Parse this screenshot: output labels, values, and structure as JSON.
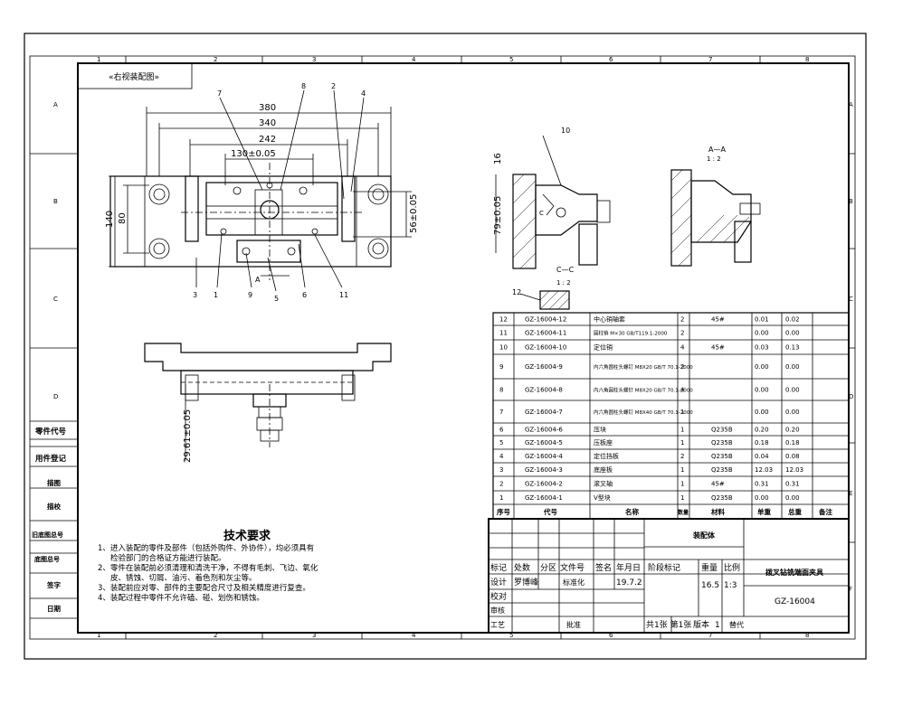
{
  "sheet": {
    "view_label": "«右视装配图»",
    "col_zones": [
      "1",
      "2",
      "3",
      "4",
      "5",
      "6",
      "7",
      "8"
    ],
    "row_zones_left": [
      "A",
      "B",
      "C",
      "D"
    ],
    "row_zones_right": [
      "A",
      "B",
      "C",
      "D",
      "E",
      "F"
    ]
  },
  "side_labels": [
    "零件代号",
    "用件登记",
    "描图",
    "描校",
    "旧底图总号",
    "底图总号",
    "签字",
    "日期"
  ],
  "main_view": {
    "dims": [
      "380",
      "340",
      "242",
      "130±0.05",
      "140",
      "80",
      "56±0.05"
    ],
    "balloons_top": [
      "7",
      "8",
      "2",
      "4"
    ],
    "balloons_bottom": [
      "3",
      "1",
      "9",
      "5",
      "6",
      "11"
    ],
    "section_mark": "A"
  },
  "bottom_view": {
    "dim": "29.61±0.05"
  },
  "side_view": {
    "dims": [
      "16",
      "79±0.05"
    ],
    "balloon": "10",
    "section_c": "C"
  },
  "section_aa": {
    "title": "A—A",
    "scale": "1 : 2"
  },
  "section_cc": {
    "title": "C—C",
    "scale": "1 : 2",
    "balloon": "12"
  },
  "bom": {
    "headers": [
      "序号",
      "代号",
      "名称",
      "数量",
      "材料",
      "单重",
      "总重",
      "备注"
    ],
    "rows": [
      {
        "no": "12",
        "code": "GZ-16004-12",
        "name": "中心销轴套",
        "qty": "2",
        "mat": "45#",
        "unit": "0.01",
        "total": "0.02",
        "note": ""
      },
      {
        "no": "11",
        "code": "GZ-16004-11",
        "name": "圆柱销 M×30 GB/T119.1-2000",
        "qty": "2",
        "mat": "",
        "unit": "0.00",
        "total": "0.00",
        "note": ""
      },
      {
        "no": "10",
        "code": "GZ-16004-10",
        "name": "定位销",
        "qty": "4",
        "mat": "45#",
        "unit": "0.03",
        "total": "0.13",
        "note": ""
      },
      {
        "no": "9",
        "code": "GZ-16004-9",
        "name": "内六角圆柱头螺钉 M8X20 GB/T 70.1-2000",
        "qty": "2",
        "mat": "",
        "unit": "0.00",
        "total": "0.00",
        "note": ""
      },
      {
        "no": "8",
        "code": "GZ-16004-8",
        "name": "内六角圆柱头螺钉 M8X20 GB/T 70.1-2000",
        "qty": "4",
        "mat": "",
        "unit": "0.00",
        "total": "0.00",
        "note": ""
      },
      {
        "no": "7",
        "code": "GZ-16004-7",
        "name": "内六角圆柱头螺钉 M8X40 GB/T 70.1-2000",
        "qty": "1",
        "mat": "",
        "unit": "0.00",
        "total": "0.00",
        "note": ""
      },
      {
        "no": "6",
        "code": "GZ-16004-6",
        "name": "压块",
        "qty": "1",
        "mat": "Q235B",
        "unit": "0.20",
        "total": "0.20",
        "note": ""
      },
      {
        "no": "5",
        "code": "GZ-16004-5",
        "name": "压板座",
        "qty": "1",
        "mat": "Q235B",
        "unit": "0.18",
        "total": "0.18",
        "note": ""
      },
      {
        "no": "4",
        "code": "GZ-16004-4",
        "name": "定位挡板",
        "qty": "2",
        "mat": "Q235B",
        "unit": "0.04",
        "total": "0.08",
        "note": ""
      },
      {
        "no": "3",
        "code": "GZ-16004-3",
        "name": "底座板",
        "qty": "1",
        "mat": "Q235B",
        "unit": "12.03",
        "total": "12.03",
        "note": ""
      },
      {
        "no": "2",
        "code": "GZ-16004-2",
        "name": "滚叉轴",
        "qty": "1",
        "mat": "45#",
        "unit": "0.31",
        "total": "0.31",
        "note": ""
      },
      {
        "no": "1",
        "code": "GZ-16004-1",
        "name": "V型块",
        "qty": "1",
        "mat": "Q235B",
        "unit": "0.00",
        "total": "0.00",
        "note": ""
      }
    ]
  },
  "tech_req": {
    "title": "技术要求",
    "lines": [
      "1、进入装配的零件及部件（包括外购件、外协件），均必须具有",
      "检验部门的合格证方能进行装配。",
      "2、零件在装配前必须清理和清洗干净，不得有毛刺、飞边、氧化",
      "皮、锈蚀、切屑、油污、着色剂和灰尘等。",
      "3、装配前应对零、部件的主要配合尺寸及相关精度进行复查。",
      "4、装配过程中零件不允许磕、碰、划伤和锈蚀。"
    ]
  },
  "title_block": {
    "company": "装配体",
    "rev_headers": [
      "标记",
      "处数",
      "分区",
      "文件号",
      "签名",
      "年月日"
    ],
    "design_label": "设计",
    "designer": "罗博峰",
    "std_label": "标准化",
    "date": "19.7.2",
    "check_label": "校对",
    "review_label": "审核",
    "process_label": "工艺",
    "approve_label": "批准",
    "stage_label": "阶段标记",
    "weight_label": "重量",
    "scale_label": "比例",
    "weight": "16.5",
    "scale": "1:3",
    "drawing_name": "拨叉钻铣端面夹具",
    "drawing_no": "GZ-16004",
    "sheets": "共1张 第1张",
    "version_label": "版本",
    "version": "1",
    "replace_label": "替代"
  }
}
